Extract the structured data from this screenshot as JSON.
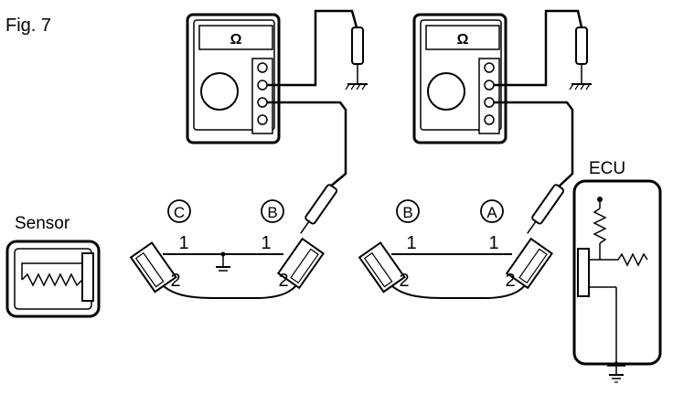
{
  "figure": {
    "title": "Fig. 7"
  },
  "sensor": {
    "label": "Sensor"
  },
  "ecu": {
    "label": "ECU"
  },
  "meters": [
    {
      "id": "left",
      "display_symbol": "Ω"
    },
    {
      "id": "right",
      "display_symbol": "Ω"
    }
  ],
  "harness_left": {
    "end_left_label": "C",
    "end_right_label": "B",
    "pin1_left": "1",
    "pin1_right": "1",
    "pin2_left": "2",
    "pin2_right": "2"
  },
  "harness_right": {
    "end_left_label": "B",
    "end_right_label": "A",
    "pin1_left": "1",
    "pin1_right": "1",
    "pin2_left": "2",
    "pin2_right": "2"
  }
}
